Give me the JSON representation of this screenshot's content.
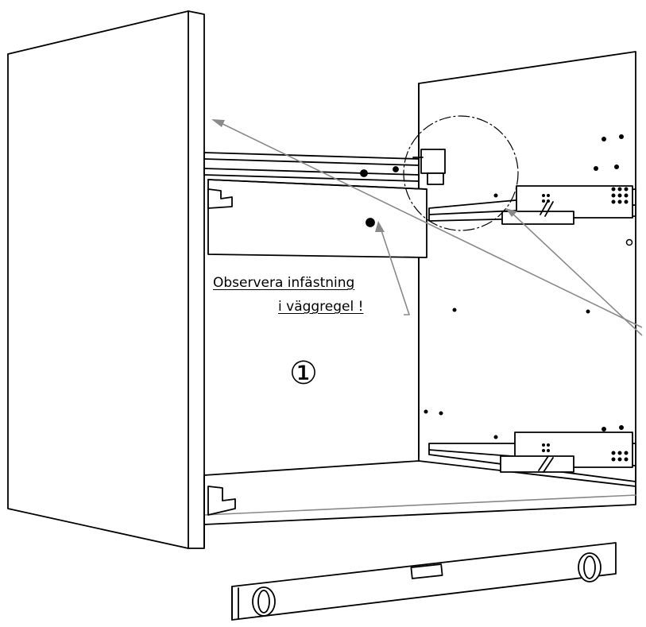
{
  "note": {
    "line1": "Observera infästning",
    "line2": "i väggregel !"
  },
  "step_marker": "①",
  "colors": {
    "line": "#000000",
    "pointer": "#8a8a8a",
    "background": "#ffffff"
  }
}
